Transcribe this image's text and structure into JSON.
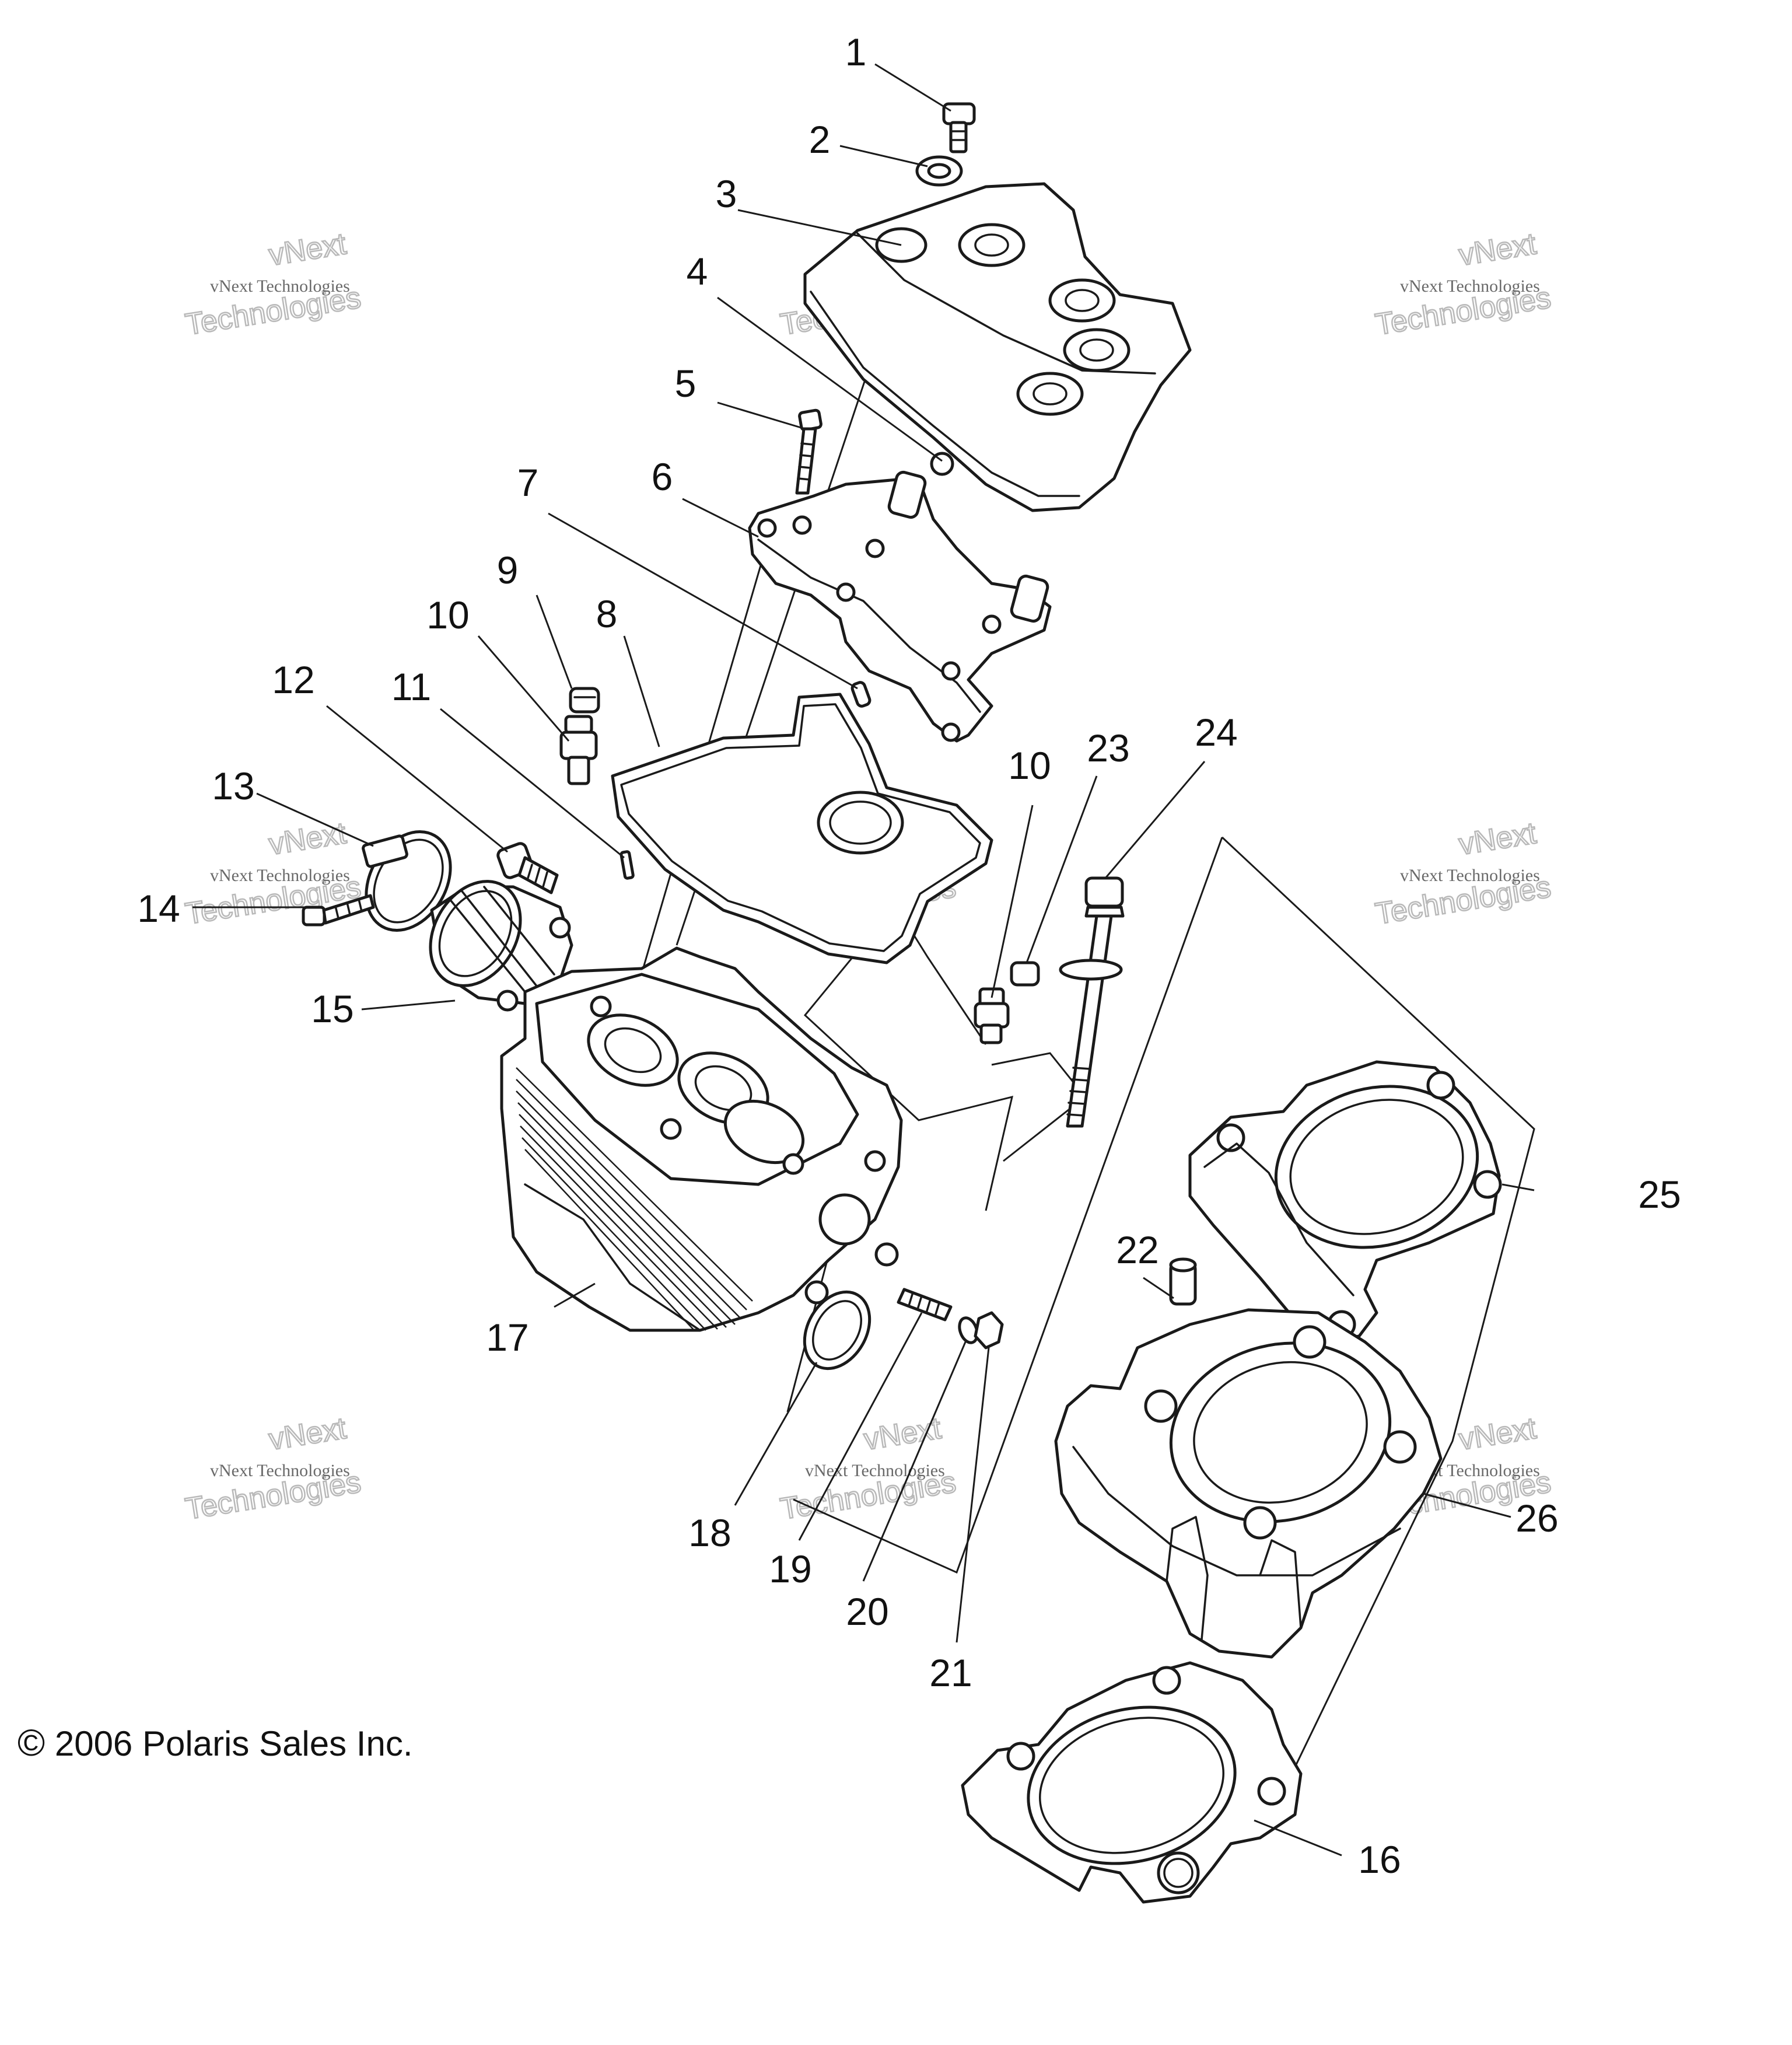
{
  "callouts": [
    "1",
    "2",
    "3",
    "4",
    "5",
    "6",
    "7",
    "8",
    "9",
    "10",
    "11",
    "12",
    "13",
    "14",
    "15",
    "10",
    "16",
    "17",
    "18",
    "19",
    "20",
    "21",
    "22",
    "23",
    "24",
    "25",
    "26"
  ],
  "watermark": {
    "line1": "vNext Technologies",
    "line2": "vNext",
    "line3": "Technologies"
  },
  "copyright": {
    "symbol": "©",
    "text": "2006 Polaris Sales Inc."
  }
}
